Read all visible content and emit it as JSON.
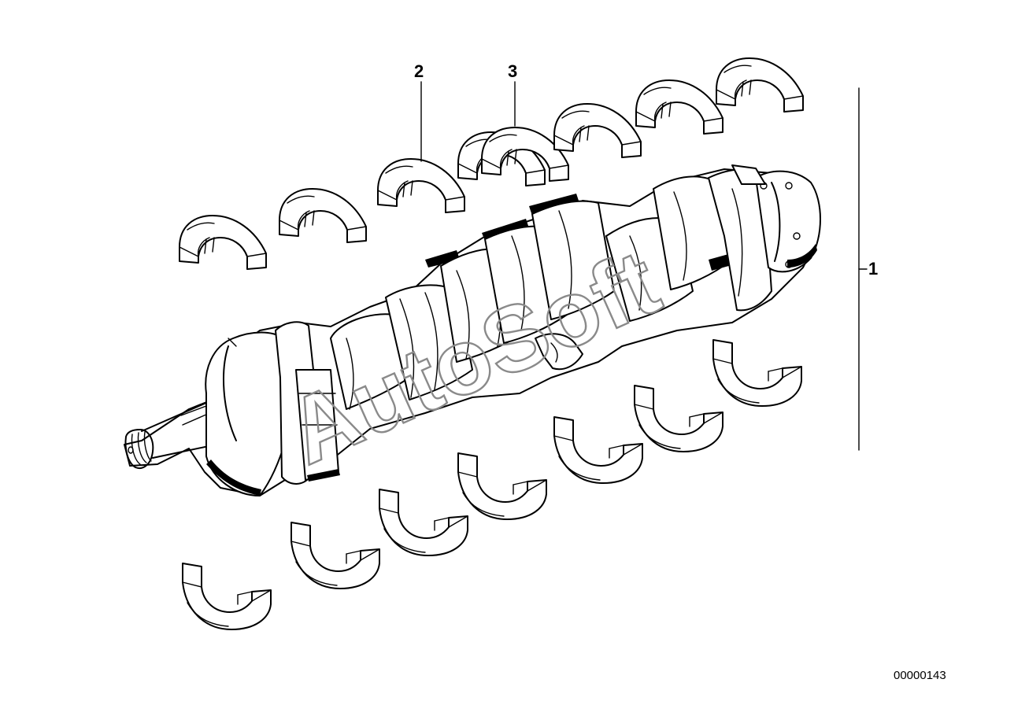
{
  "callouts": {
    "part_1": "1",
    "part_2": "2",
    "part_3": "3"
  },
  "reference_number": "00000143",
  "watermark": "AutoSoft",
  "colors": {
    "line": "#000000",
    "background": "#ffffff",
    "watermark": "#8a8a8a"
  }
}
